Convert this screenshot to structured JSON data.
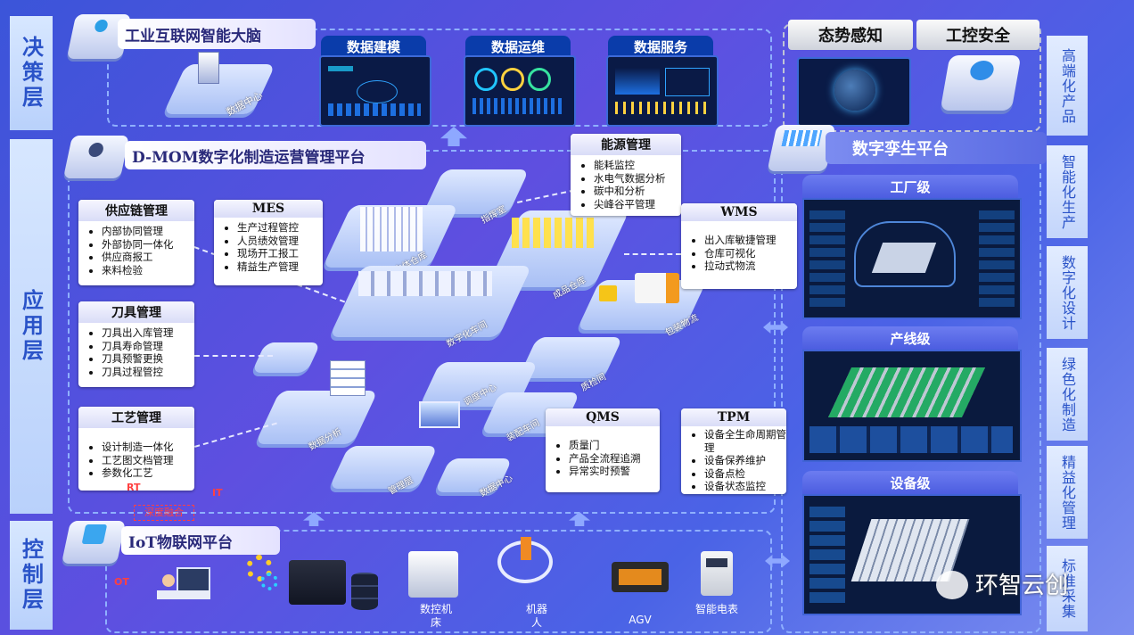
{
  "layers": {
    "decision": "决策层",
    "application": "应用层",
    "control": "控制层"
  },
  "platforms": {
    "brain": "工业互联网智能大脑",
    "mom": "D-MOM数字化制造运营管理平台",
    "iot": "IoT物联网平台",
    "twin": "数字孪生平台"
  },
  "brain_modules": [
    "数据建模",
    "数据运维",
    "数据服务"
  ],
  "security": {
    "situational": "态势感知",
    "ics": "工控安全"
  },
  "right_column": [
    "高端化产品",
    "智能化生产",
    "数字化设计",
    "绿色化制造",
    "精益化管理",
    "标准采集"
  ],
  "twin_levels": [
    "工厂级",
    "产线级",
    "设备级"
  ],
  "cards": {
    "supply": {
      "title": "供应链管理",
      "items": [
        "内部协同管理",
        "外部协同一体化",
        "供应商报工",
        "来料检验"
      ]
    },
    "mes": {
      "title": "MES",
      "items": [
        "生产过程管控",
        "人员绩效管理",
        "现场开工报工",
        "精益生产管理"
      ]
    },
    "energy": {
      "title": "能源管理",
      "items": [
        "能耗监控",
        "水电气数据分析",
        "碳中和分析",
        "尖峰谷平管理"
      ]
    },
    "wms": {
      "title": "WMS",
      "items": [
        "出入库敏捷管理",
        "仓库可视化",
        "拉动式物流"
      ]
    },
    "tool": {
      "title": "刀具管理",
      "items": [
        "刀具出入库管理",
        "刀具寿命管理",
        "刀具预警更换",
        "刀具过程管控"
      ]
    },
    "process": {
      "title": "工艺管理",
      "items": [
        "设计制造一体化",
        "工艺图文档管理",
        "参数化工艺"
      ]
    },
    "qms": {
      "title": "QMS",
      "items": [
        "质量门",
        "产品全流程追溯",
        "异常实时预警"
      ]
    },
    "tpm": {
      "title": "TPM",
      "items": [
        "设备全生命周期管理",
        "设备保养维护",
        "设备点检",
        "设备状态监控"
      ]
    }
  },
  "iso_labels": {
    "datacenter_top": "数据中心",
    "command": "指挥室",
    "store": "立体仓库",
    "workshop": "数字化车间",
    "finished": "成品仓库",
    "packaging": "包装物流",
    "quality": "质检间",
    "dispatch": "调度中心",
    "assembly": "装配车间",
    "analysis": "数据分析",
    "management": "管理层",
    "datacenter_bottom": "数据中心"
  },
  "fusion": {
    "rt": "RT",
    "it": "IT",
    "ot": "OT",
    "label": "深度融合"
  },
  "devices": [
    "数控机床",
    "机器人",
    "AGV",
    "智能电表"
  ],
  "watermark": "环智云创"
}
